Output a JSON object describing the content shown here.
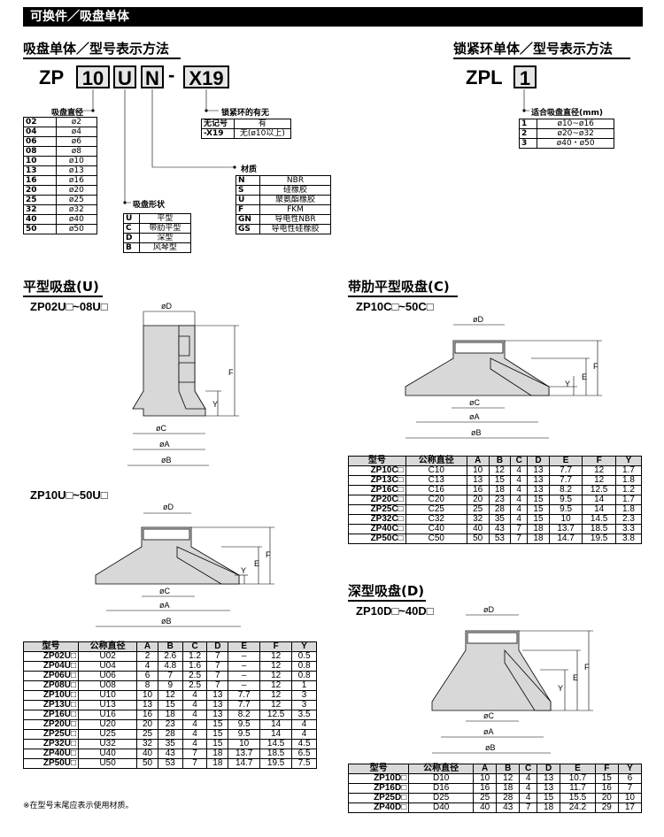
{
  "banner": "可换件／吸盘单体",
  "model": {
    "title": "吸盘单体／型号表示方法",
    "prefix": "ZP",
    "dia_box": "10",
    "shape_box": "U",
    "mat_box": "N",
    "dash": "-",
    "opt_box": "X19",
    "dia_label": "吸盘直径",
    "dia_rows": [
      [
        "02",
        "ø2"
      ],
      [
        "04",
        "ø4"
      ],
      [
        "06",
        "ø6"
      ],
      [
        "08",
        "ø8"
      ],
      [
        "10",
        "ø10"
      ],
      [
        "13",
        "ø13"
      ],
      [
        "16",
        "ø16"
      ],
      [
        "20",
        "ø20"
      ],
      [
        "25",
        "ø25"
      ],
      [
        "32",
        "ø32"
      ],
      [
        "40",
        "ø40"
      ],
      [
        "50",
        "ø50"
      ]
    ],
    "shape_label": "吸盘形状",
    "shape_rows": [
      [
        "U",
        "平型"
      ],
      [
        "C",
        "带肋平型"
      ],
      [
        "D",
        "深型"
      ],
      [
        "B",
        "风琴型"
      ]
    ],
    "mat_label": "材质",
    "mat_rows": [
      [
        "N",
        "NBR"
      ],
      [
        "S",
        "硅橡胶"
      ],
      [
        "U",
        "聚氨酯橡胶"
      ],
      [
        "F",
        "FKM"
      ],
      [
        "GN",
        "导电性NBR"
      ],
      [
        "GS",
        "导电性硅橡胶"
      ]
    ],
    "ring_label": "锁紧环的有无",
    "ring_rows": [
      [
        "无记号",
        "有"
      ],
      [
        "-X19",
        "无(ø10以上)"
      ]
    ]
  },
  "lock": {
    "title": "锁紧环单体／型号表示方法",
    "prefix": "ZPL",
    "box": "1",
    "label": "适合吸盘直径(mm)",
    "rows": [
      [
        "1",
        "ø10~ø16"
      ],
      [
        "2",
        "ø20~ø32"
      ],
      [
        "3",
        "ø40・ø50"
      ]
    ]
  },
  "flat": {
    "title": "平型吸盘(U)",
    "sub1": "ZP02U□~08U□",
    "sub2": "ZP10U□~50U□",
    "dims1": {
      "D": "øD",
      "F": "F",
      "Y": "Y",
      "C": "øC",
      "A": "øA",
      "B": "øB"
    },
    "dims2": {
      "D": "øD",
      "F": "F",
      "E": "E",
      "Y": "Y",
      "C": "øC",
      "A": "øA",
      "B": "øB"
    },
    "headers": [
      "型号",
      "公称直径",
      "A",
      "B",
      "C",
      "D",
      "E",
      "F",
      "Y"
    ],
    "rows": [
      [
        "ZP02U□",
        "U02",
        "2",
        "2.6",
        "1.2",
        "7",
        "–",
        "12",
        "0.5"
      ],
      [
        "ZP04U□",
        "U04",
        "4",
        "4.8",
        "1.6",
        "7",
        "–",
        "12",
        "0.8"
      ],
      [
        "ZP06U□",
        "U06",
        "6",
        "7",
        "2.5",
        "7",
        "–",
        "12",
        "0.8"
      ],
      [
        "ZP08U□",
        "U08",
        "8",
        "9",
        "2.5",
        "7",
        "–",
        "12",
        "1"
      ],
      [
        "ZP10U□",
        "U10",
        "10",
        "12",
        "4",
        "13",
        "7.7",
        "12",
        "3"
      ],
      [
        "ZP13U□",
        "U13",
        "13",
        "15",
        "4",
        "13",
        "7.7",
        "12",
        "3"
      ],
      [
        "ZP16U□",
        "U16",
        "16",
        "18",
        "4",
        "13",
        "8.2",
        "12.5",
        "3.5"
      ],
      [
        "ZP20U□",
        "U20",
        "20",
        "23",
        "4",
        "15",
        "9.5",
        "14",
        "4"
      ],
      [
        "ZP25U□",
        "U25",
        "25",
        "28",
        "4",
        "15",
        "9.5",
        "14",
        "4"
      ],
      [
        "ZP32U□",
        "U32",
        "32",
        "35",
        "4",
        "15",
        "10",
        "14.5",
        "4.5"
      ],
      [
        "ZP40U□",
        "U40",
        "40",
        "43",
        "7",
        "18",
        "13.7",
        "18.5",
        "6.5"
      ],
      [
        "ZP50U□",
        "U50",
        "50",
        "53",
        "7",
        "18",
        "14.7",
        "19.5",
        "7.5"
      ]
    ],
    "note": "※在型号末尾应表示使用材质。"
  },
  "ribbed": {
    "title": "带肋平型吸盘(C)",
    "sub": "ZP10C□~50C□",
    "dims": {
      "D": "øD",
      "F": "F",
      "E": "E",
      "Y": "Y",
      "C": "øC",
      "A": "øA",
      "B": "øB"
    },
    "headers": [
      "型号",
      "公称直径",
      "A",
      "B",
      "C",
      "D",
      "E",
      "F",
      "Y"
    ],
    "rows": [
      [
        "ZP10C□",
        "C10",
        "10",
        "12",
        "4",
        "13",
        "7.7",
        "12",
        "1.7"
      ],
      [
        "ZP13C□",
        "C13",
        "13",
        "15",
        "4",
        "13",
        "7.7",
        "12",
        "1.8"
      ],
      [
        "ZP16C□",
        "C16",
        "16",
        "18",
        "4",
        "13",
        "8.2",
        "12.5",
        "1.2"
      ],
      [
        "ZP20C□",
        "C20",
        "20",
        "23",
        "4",
        "15",
        "9.5",
        "14",
        "1.7"
      ],
      [
        "ZP25C□",
        "C25",
        "25",
        "28",
        "4",
        "15",
        "9.5",
        "14",
        "1.8"
      ],
      [
        "ZP32C□",
        "C32",
        "32",
        "35",
        "4",
        "15",
        "10",
        "14.5",
        "2.3"
      ],
      [
        "ZP40C□",
        "C40",
        "40",
        "43",
        "7",
        "18",
        "13.7",
        "18.5",
        "3.3"
      ],
      [
        "ZP50C□",
        "C50",
        "50",
        "53",
        "7",
        "18",
        "14.7",
        "19.5",
        "3.8"
      ]
    ]
  },
  "deep": {
    "title": "深型吸盘(D)",
    "sub": "ZP10D□~40D□",
    "dims": {
      "D": "øD",
      "F": "F",
      "E": "E",
      "Y": "Y",
      "C": "øC",
      "A": "øA",
      "B": "øB"
    },
    "headers": [
      "型号",
      "公称直径",
      "A",
      "B",
      "C",
      "D",
      "E",
      "F",
      "Y"
    ],
    "rows": [
      [
        "ZP10D□",
        "D10",
        "10",
        "12",
        "4",
        "13",
        "10.7",
        "15",
        "6"
      ],
      [
        "ZP16D□",
        "D16",
        "16",
        "18",
        "4",
        "13",
        "11.7",
        "16",
        "7"
      ],
      [
        "ZP25D□",
        "D25",
        "25",
        "28",
        "4",
        "15",
        "15.5",
        "20",
        "10"
      ],
      [
        "ZP40D□",
        "D40",
        "40",
        "43",
        "7",
        "18",
        "24.2",
        "29",
        "17"
      ]
    ]
  }
}
